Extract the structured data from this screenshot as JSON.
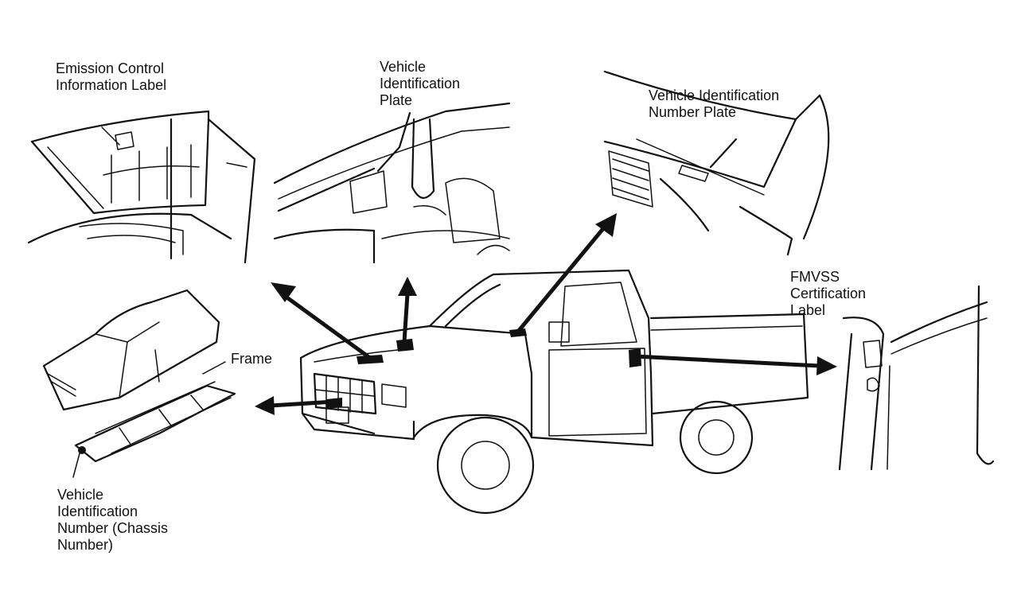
{
  "labels": {
    "emission": [
      "Emission Control",
      "Information Label"
    ],
    "vehicle_id_plate": [
      "Vehicle",
      "Identification",
      "Plate"
    ],
    "vin_plate": [
      "Vehicle Identification",
      "Number Plate"
    ],
    "fmvss": [
      "FMVSS",
      "Certification",
      "Label"
    ],
    "frame": "Frame",
    "chassis": [
      "Vehicle",
      "Identification",
      "Number (Chassis",
      "Number)"
    ]
  }
}
